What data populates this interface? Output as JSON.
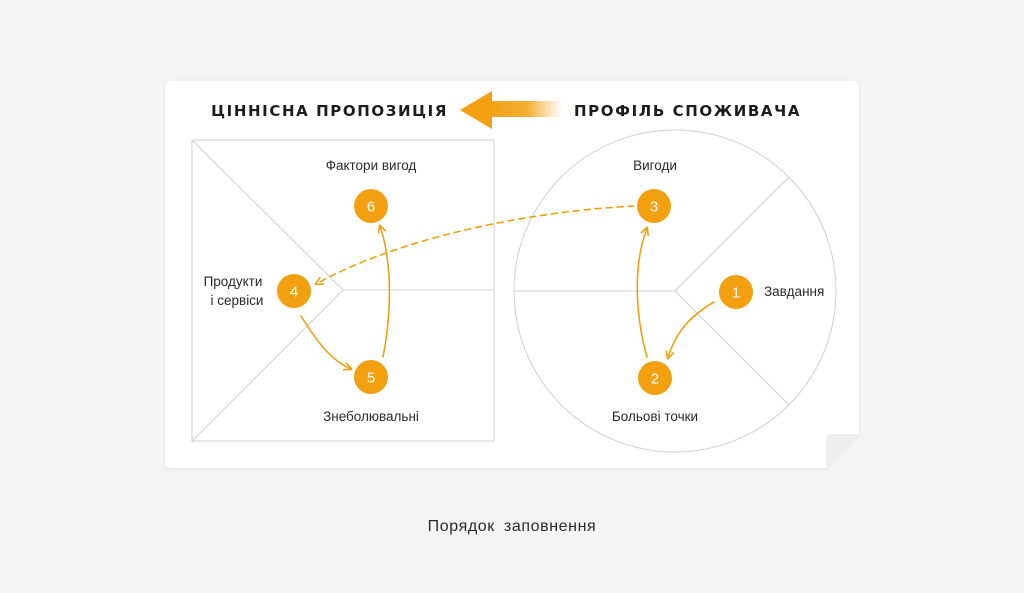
{
  "headings": {
    "value_proposition": "ЦІННІСНА ПРОПОЗИЦІЯ",
    "customer_profile": "ПРОФІЛЬ СПОЖИВАЧА"
  },
  "labels": {
    "gain_creators": "Фактори вигод",
    "products_line1": "Продукти",
    "products_line2": "і сервіси",
    "pain_relievers": "Знеболювальні",
    "gains": "Вигоди",
    "jobs": "Завдання",
    "pains": "Больові точки"
  },
  "steps": [
    "1",
    "2",
    "3",
    "4",
    "5",
    "6"
  ],
  "caption": "Порядок заповнення",
  "colors": {
    "accent": "#F29F10",
    "line": "#d0d0d0",
    "card": "#ffffff",
    "background": "#f4f4f4"
  }
}
